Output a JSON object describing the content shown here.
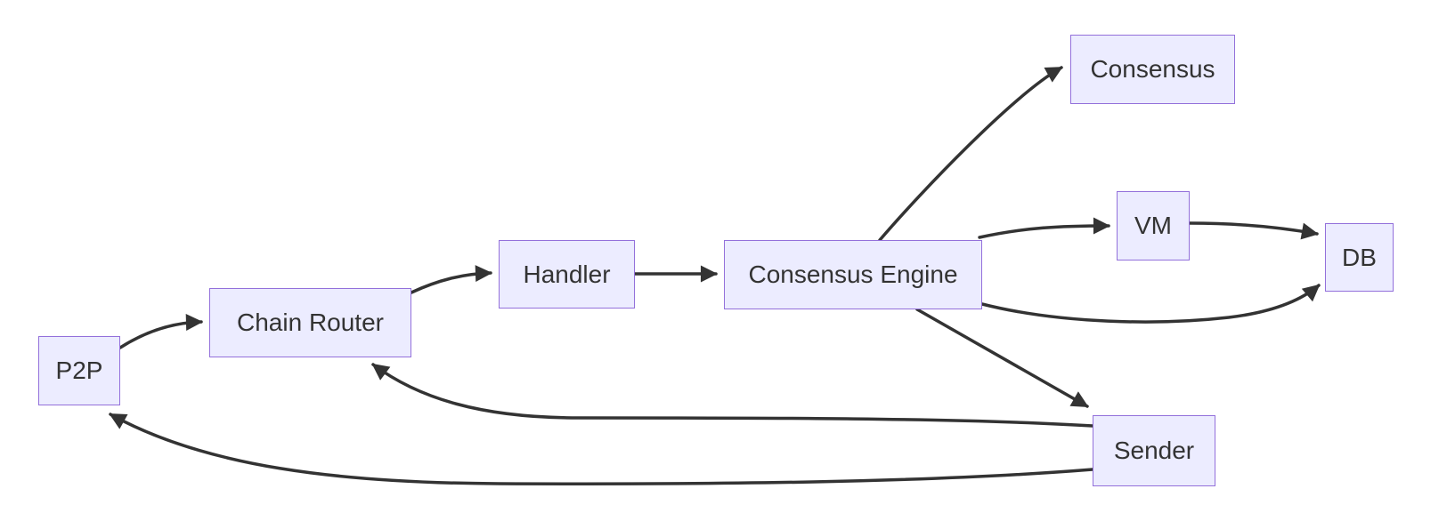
{
  "diagram": {
    "type": "flowchart",
    "background_color": "#ffffff",
    "node_fill_color": "#ECECFF",
    "node_border_color": "#9370DB",
    "edge_color": "#333333",
    "text_color": "#333333",
    "nodes": {
      "p2p": {
        "label": "P2P"
      },
      "chain_router": {
        "label": "Chain Router"
      },
      "handler": {
        "label": "Handler"
      },
      "consensus_engine": {
        "label": "Consensus Engine"
      },
      "consensus": {
        "label": "Consensus"
      },
      "vm": {
        "label": "VM"
      },
      "db": {
        "label": "DB"
      },
      "sender": {
        "label": "Sender"
      }
    },
    "edges": [
      {
        "from": "P2P",
        "to": "Chain Router"
      },
      {
        "from": "Chain Router",
        "to": "Handler"
      },
      {
        "from": "Handler",
        "to": "Consensus Engine"
      },
      {
        "from": "Consensus Engine",
        "to": "Consensus"
      },
      {
        "from": "Consensus Engine",
        "to": "VM"
      },
      {
        "from": "VM",
        "to": "DB"
      },
      {
        "from": "Consensus Engine",
        "to": "DB"
      },
      {
        "from": "Consensus Engine",
        "to": "Sender"
      },
      {
        "from": "Sender",
        "to": "Chain Router"
      },
      {
        "from": "Sender",
        "to": "P2P"
      }
    ]
  }
}
